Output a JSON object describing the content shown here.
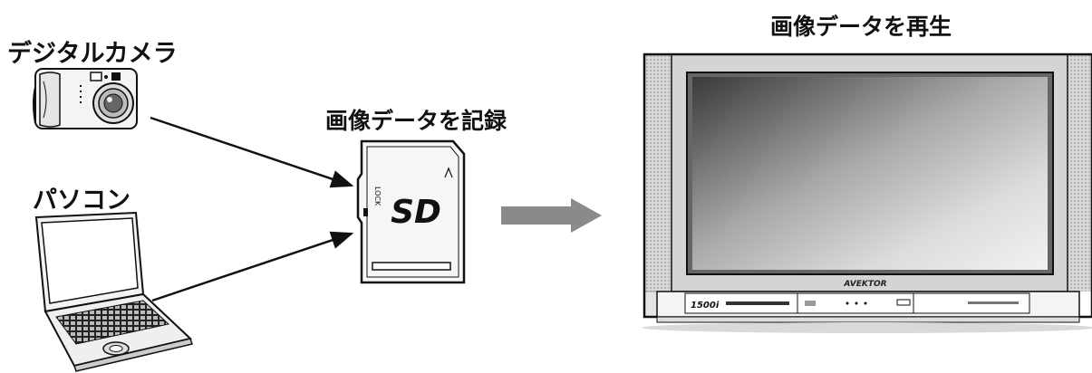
{
  "labels": {
    "camera": "デジタルカメラ",
    "pc": "パソコン",
    "record": "画像データを記録",
    "playback": "画像データを再生"
  },
  "sd_card": {
    "logo": "SD",
    "lock": "LOCK"
  },
  "tv": {
    "brand": "AVEKTOR",
    "model": "1500i"
  },
  "colors": {
    "line": "#111111",
    "arrow": "#8a8a8a",
    "screen_dark": "#4a4a4a",
    "screen_light": "#e8e8e8",
    "bezel": "#d4d4d4"
  }
}
